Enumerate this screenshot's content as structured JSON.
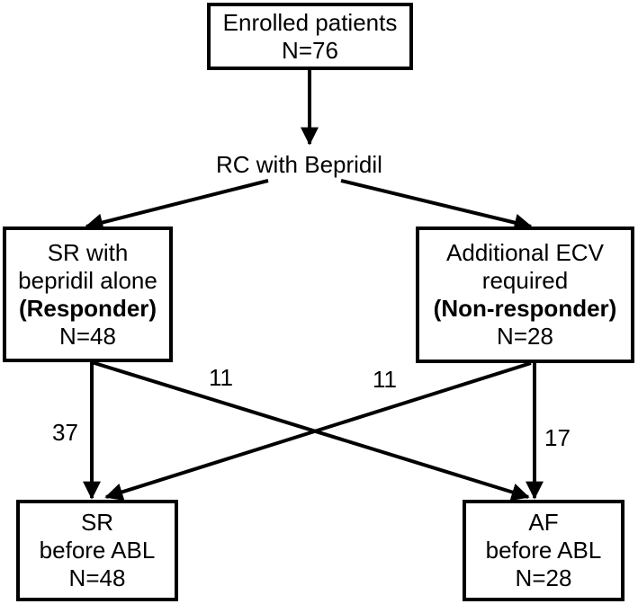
{
  "boxes": {
    "enrolled": {
      "line1": "Enrolled patients",
      "line2": "N=76"
    },
    "responder": {
      "line1": "SR with",
      "line2": "bepridil alone",
      "line3": "(Responder)",
      "line4": "N=48"
    },
    "nonresponder": {
      "line1": "Additional ECV",
      "line2": "required",
      "line3": "(Non-responder)",
      "line4": "N=28"
    },
    "sr_before": {
      "line1": "SR",
      "line2": "before ABL",
      "line3": "N=48"
    },
    "af_before": {
      "line1": "AF",
      "line2": "before ABL",
      "line3": "N=28"
    }
  },
  "step_label": "RC with Bepridil",
  "flow_counts": {
    "responder_to_sr": "37",
    "responder_to_af": "11",
    "nonresponder_to_sr": "11",
    "nonresponder_to_af": "17"
  },
  "colors": {
    "line": "#000000",
    "background": "#ffffff"
  }
}
